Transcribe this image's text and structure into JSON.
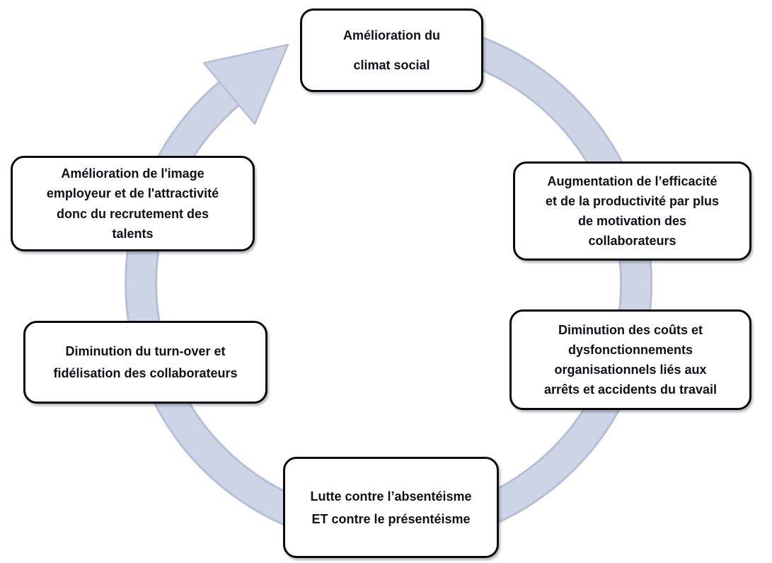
{
  "diagram": {
    "type": "cycle",
    "direction": "clockwise",
    "arrow": {
      "fill_color": "#cdd4e5",
      "edge_color": "#b6bfd5"
    },
    "node_style": {
      "background_color": "#ffffff",
      "border_color": "#0a0a0d",
      "text_color": "#10101a"
    },
    "nodes": [
      {
        "position": "top",
        "label": "Amélioration du\nclimat social"
      },
      {
        "position": "right-upper",
        "label": "Augmentation de l’efficacité\net de la productivité par plus\nde motivation des\ncollaborateurs"
      },
      {
        "position": "right-lower",
        "label": "Diminution des coûts et\ndysfonctionnements\norganisationnels liés aux\narrêts et accidents du travail"
      },
      {
        "position": "bottom",
        "label": "Lutte contre l’absentéisme\nET contre le présentéisme"
      },
      {
        "position": "left-lower",
        "label": "Diminution du turn-over et\nfidélisation des collaborateurs"
      },
      {
        "position": "left-upper",
        "label": "Amélioration de l'image\nemployeur et de l'attractivité\ndonc du recrutement des\ntalents"
      }
    ]
  }
}
